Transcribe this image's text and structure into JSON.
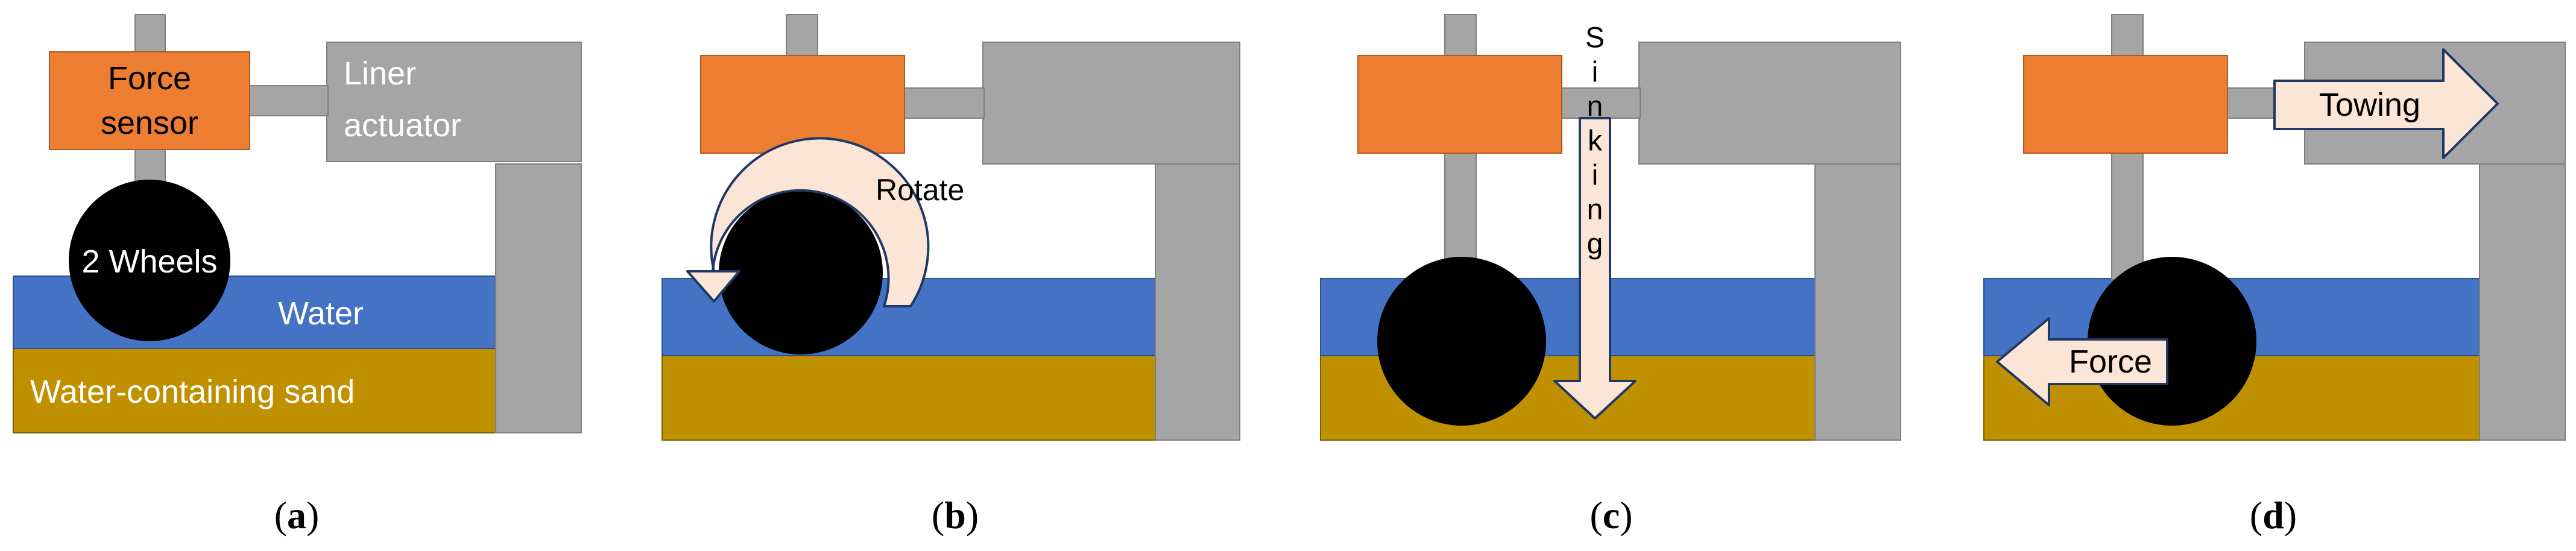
{
  "colors": {
    "force_sensor": "#ED7D31",
    "actuator": "#A5A5A5",
    "water": "#4472C4",
    "sand": "#BF9000",
    "wheel": "#000000",
    "arrow_fill": "#FBE5D6",
    "arrow_stroke": "#203864",
    "text_dark": "#000000",
    "text_light": "#ffffff"
  },
  "panels": [
    {
      "caption": "a",
      "labels": {
        "force_sensor": [
          "Force",
          "sensor"
        ],
        "actuator": [
          "Liner",
          "actuator"
        ],
        "wheel": "2 Wheels",
        "water": "Water",
        "sand": "Water-containing sand"
      }
    },
    {
      "caption": "b",
      "arrow": {
        "kind": "rotate",
        "label": "Rotate"
      }
    },
    {
      "caption": "c",
      "arrow": {
        "kind": "down",
        "label": "Sinking"
      }
    },
    {
      "caption": "d",
      "arrows": [
        {
          "kind": "right",
          "label": "Towing"
        },
        {
          "kind": "left",
          "label": "Force"
        }
      ]
    }
  ]
}
